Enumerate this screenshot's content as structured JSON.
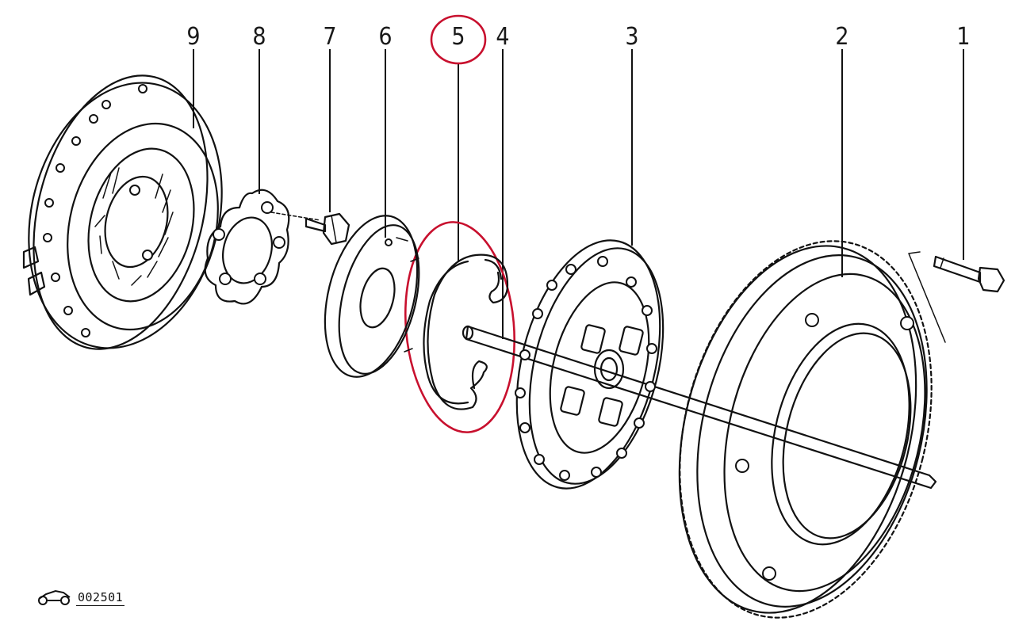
{
  "diagram": {
    "callouts": [
      {
        "id": "9",
        "label": "9"
      },
      {
        "id": "8",
        "label": "8"
      },
      {
        "id": "7",
        "label": "7"
      },
      {
        "id": "6",
        "label": "6"
      },
      {
        "id": "5",
        "label": "5"
      },
      {
        "id": "4",
        "label": "4"
      },
      {
        "id": "3",
        "label": "3"
      },
      {
        "id": "2",
        "label": "2"
      },
      {
        "id": "1",
        "label": "1"
      }
    ],
    "highlight": {
      "callout": "5",
      "color": "#c8102e"
    },
    "reference_code": "002501",
    "logo_icon": "car-logo-icon"
  }
}
